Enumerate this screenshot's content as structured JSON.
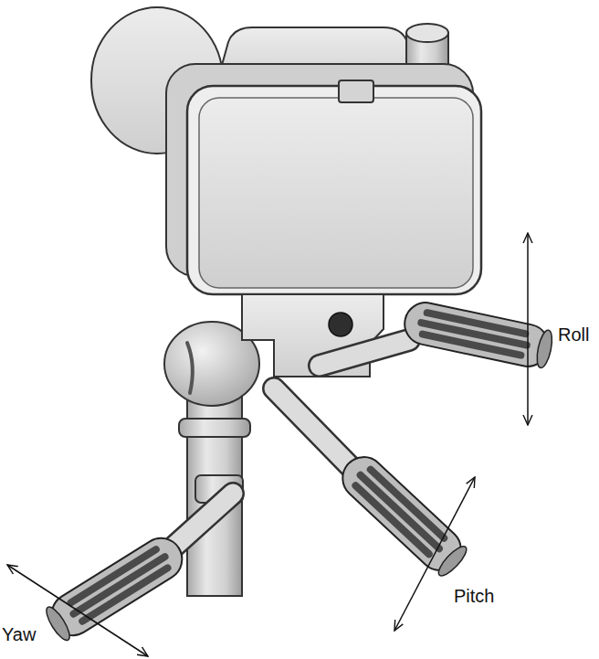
{
  "diagram": {
    "labels": [
      "Roll",
      "Pitch",
      "Yaw"
    ]
  }
}
